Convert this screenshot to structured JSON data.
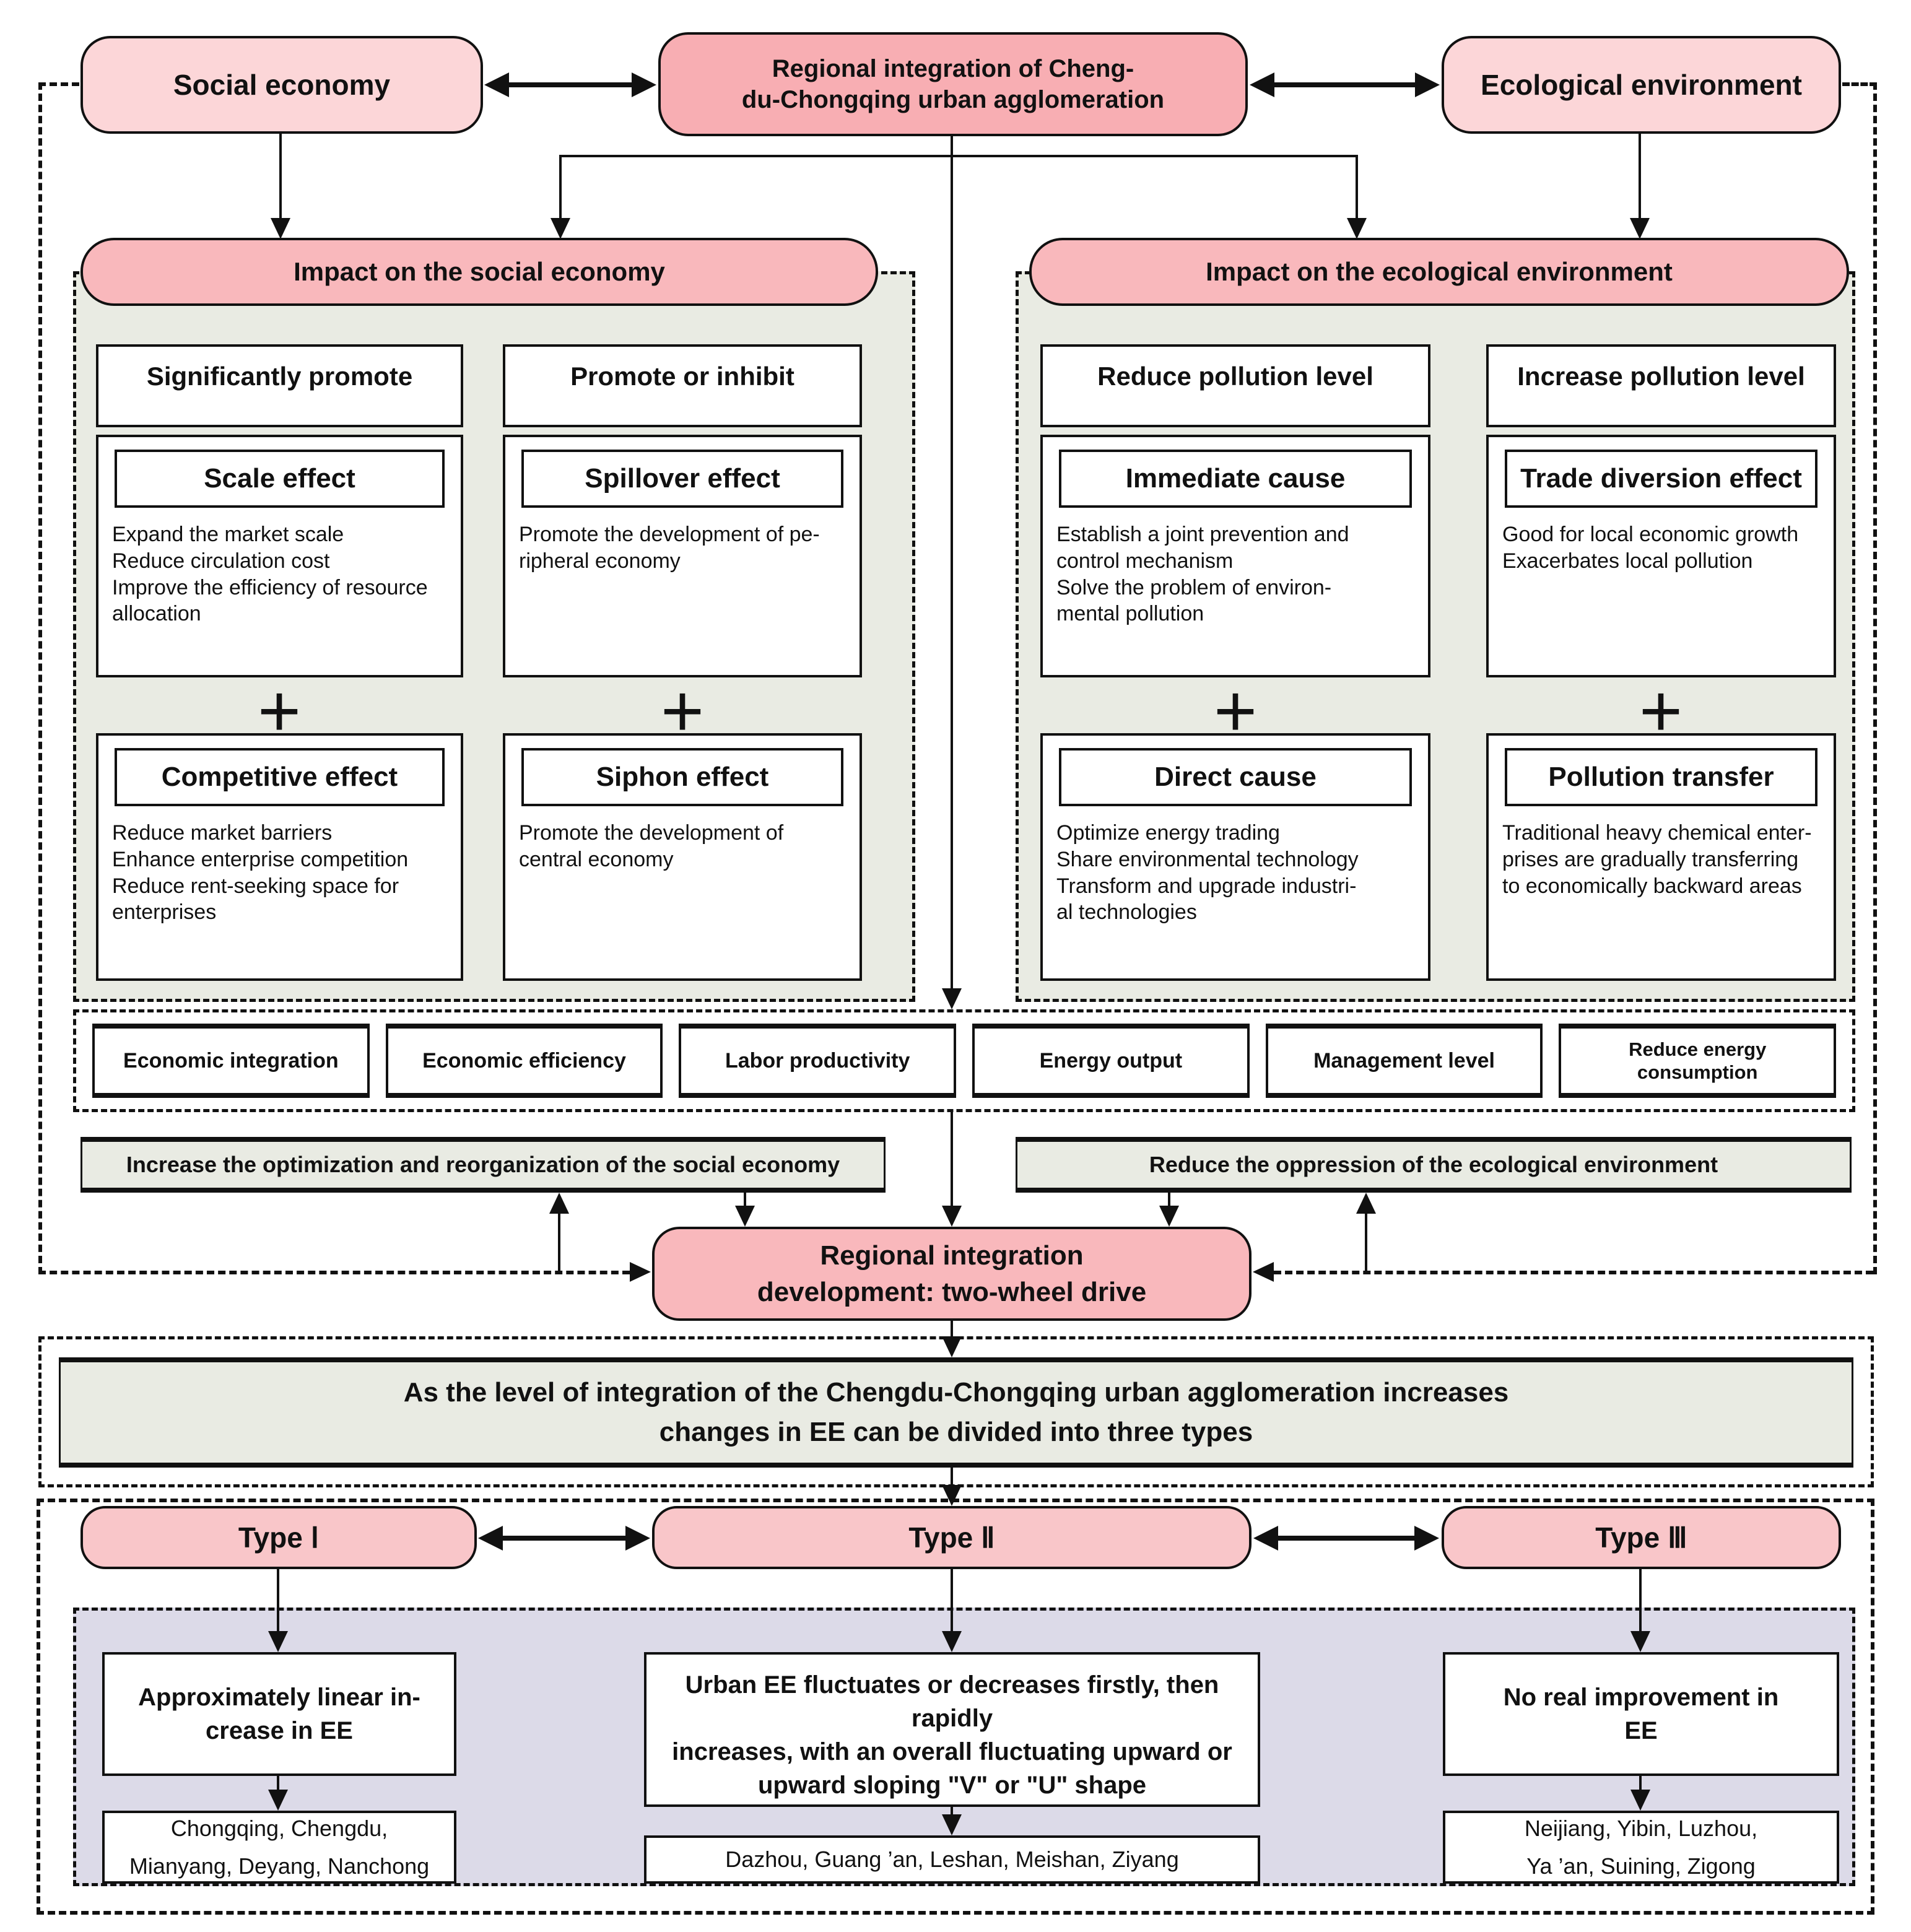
{
  "top": {
    "social_economy": "Social economy",
    "regional_integration": "Regional integration of Cheng-\ndu-Chongqing urban agglomeration",
    "ecological_environment": "Ecological environment"
  },
  "plus": "+",
  "social": {
    "header": "Impact on the social economy",
    "outcomes": [
      "Significantly promote",
      "Promote or inhibit"
    ],
    "effects": [
      {
        "title": "Scale effect",
        "body": "Expand the market scale\nReduce circulation cost\nImprove the efficiency of resource\nallocation"
      },
      {
        "title": "Spillover effect",
        "body": "Promote the development of pe-\nripheral economy"
      },
      {
        "title": "Competitive effect",
        "body": "Reduce market barriers\nEnhance enterprise competition\nReduce rent-seeking space for\nenterprises"
      },
      {
        "title": "Siphon effect",
        "body": "Promote the development of\ncentral economy"
      }
    ]
  },
  "ecological": {
    "header": "Impact on the ecological environment",
    "outcomes": [
      "Reduce pollution level",
      "Increase pollution level"
    ],
    "effects": [
      {
        "title": "Immediate cause",
        "body": "Establish a joint prevention and\ncontrol mechanism\nSolve the problem of environ-\nmental pollution"
      },
      {
        "title": "Trade diversion effect",
        "body": "Good for local economic growth\nExacerbates local pollution"
      },
      {
        "title": "Direct cause",
        "body": "Optimize energy trading\nShare environmental technology\nTransform and upgrade industri-\nal technologies"
      },
      {
        "title": "Pollution transfer",
        "body": "Traditional heavy chemical enter-\nprises are gradually transferring\nto economically backward areas"
      }
    ]
  },
  "indicators": [
    "Economic integration",
    "Economic efficiency",
    "Labor productivity",
    "Energy output",
    "Management level",
    "Reduce energy\nconsumption"
  ],
  "middle": {
    "social_outcome": "Increase the optimization and reorganization of the social economy",
    "eco_outcome": "Reduce the oppression of the ecological environment",
    "hub": "Regional integration\ndevelopment: two-wheel drive",
    "statement": "As the level of integration of the Chengdu-Chongqing urban agglomeration increases\nchanges in EE can be divided into three types"
  },
  "types": [
    {
      "label": "Type Ⅰ",
      "description": "Approximately linear in-\ncrease in EE",
      "cities": "Chongqing, Chengdu,\nMianyang, Deyang, Nanchong"
    },
    {
      "label": "Type Ⅱ",
      "description": "Urban EE fluctuates or decreases firstly, then rapidly\nincreases, with an overall fluctuating upward or\nupward sloping \"V\" or \"U\" shape",
      "cities": "Dazhou, Guang ’an, Leshan, Meishan, Ziyang"
    },
    {
      "label": "Type Ⅲ",
      "description": "No real improvement in\nEE",
      "cities": "Neijiang, Yibin, Luzhou,\nYa ’an, Suining, Zigong"
    }
  ],
  "colors": {
    "pink_dark": "#f8aeb3",
    "pink_mid": "#f9b8bc",
    "pink_type": "#f9c6c9",
    "pink_light": "#fcd6d8",
    "panel_gray": "#e9ebe3",
    "lavender": "#dcdae8",
    "ink": "#111111"
  }
}
